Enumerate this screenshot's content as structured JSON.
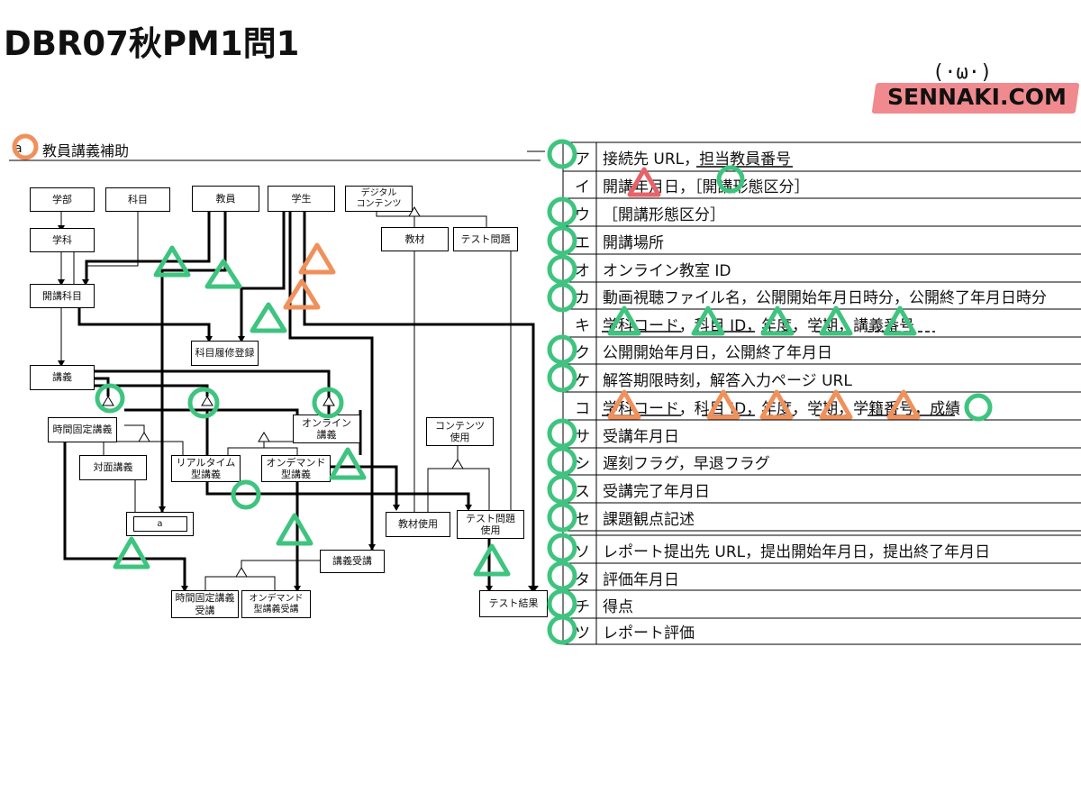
{
  "header": {
    "title": "DBR07秋PM1問1"
  },
  "logo": {
    "face": "(·ω·)",
    "text": "SENNAKI.COM",
    "band_color": "#f08a8e"
  },
  "diagram": {
    "section_label": "a",
    "section_title": "教員講義補助",
    "entities": {
      "gakubu": "学部",
      "kamoku": "科目",
      "kyouin": "教員",
      "gakusei": "学生",
      "digital": "デジタル\nコンテンツ",
      "gakka": "学科",
      "kyouzai": "教材",
      "test_mondai": "テスト問題",
      "kaikou_kamoku": "開講科目",
      "kamoku_rishu": "科目履修登録",
      "kougi": "講義",
      "jikan_kotei": "時間固定講義",
      "online": "オンライン\n講義",
      "contents_shiyou": "コンテンツ\n使用",
      "taimen": "対面講義",
      "realtime": "リアルタイム\n型講義",
      "ondemand": "オンデマンド\n型講義",
      "blank_a": "a",
      "kyouzai_shiyou": "教材使用",
      "test_shiyou": "テスト問題\n使用",
      "kougi_jukou": "講義受講",
      "jikan_jukou": "時間固定講義\n受講",
      "ondemand_jukou": "オンデマンド\n型講義受講",
      "test_kekka": "テスト結果"
    }
  },
  "table": {
    "rows": [
      {
        "key": "ア",
        "value": "接続先 URL，担当教員番号"
      },
      {
        "key": "イ",
        "value": "開講年月日，［開講形態区分］"
      },
      {
        "key": "ウ",
        "value": "［開講形態区分］"
      },
      {
        "key": "エ",
        "value": "開講場所"
      },
      {
        "key": "オ",
        "value": "オンライン教室 ID"
      },
      {
        "key": "カ",
        "value": "動画視聴ファイル名，公開開始年月日時分，公開終了年月日時分"
      },
      {
        "key": "キ",
        "value": "学科コード，科目 ID，年度，学期，講義番号"
      },
      {
        "key": "ク",
        "value": "公開開始年月日，公開終了年月日"
      },
      {
        "key": "ケ",
        "value": "解答期限時刻，解答入力ページ URL"
      },
      {
        "key": "コ",
        "value": "学科コード，科目 ID，年度，学期，学籍番号，成績"
      },
      {
        "key": "サ",
        "value": "受講年月日"
      },
      {
        "key": "シ",
        "value": "遅刻フラグ，早退フラグ"
      },
      {
        "key": "ス",
        "value": "受講完了年月日"
      },
      {
        "key": "セ",
        "value": "課題観点記述"
      },
      {
        "key": "ソ",
        "value": "レポート提出先 URL，提出開始年月日，提出終了年月日"
      },
      {
        "key": "タ",
        "value": "評価年月日"
      },
      {
        "key": "チ",
        "value": "得点"
      },
      {
        "key": "ツ",
        "value": "レポート評価"
      }
    ]
  },
  "colors": {
    "green": "#3ec47f",
    "orange": "#f0905a",
    "red": "#e8626a"
  }
}
